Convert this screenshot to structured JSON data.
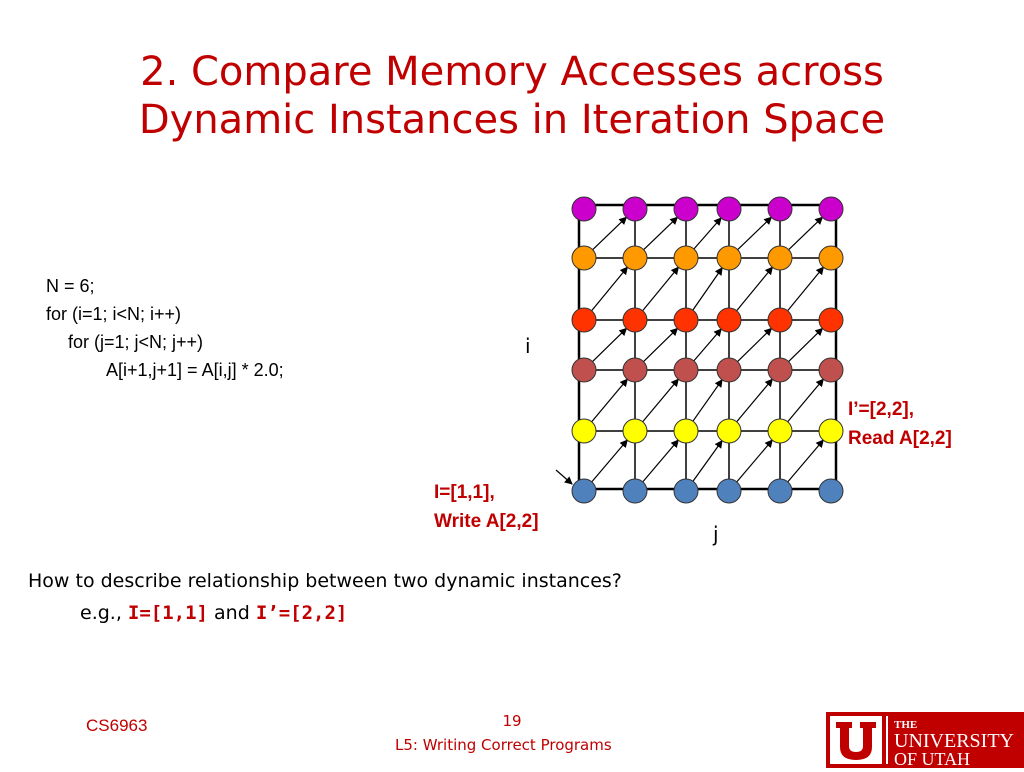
{
  "slide": {
    "title_line1": "2. Compare Memory Accesses across",
    "title_line2": "Dynamic Instances in Iteration Space",
    "code": [
      "N = 6;",
      "for (i=1; i<N; i++)",
      "for (j=1; j<N; j++)",
      "A[i+1,j+1] = A[i,j] * 2.0;"
    ],
    "axis_i": "i",
    "axis_j": "j",
    "annotation_write_line1": "I=[1,1],",
    "annotation_write_line2": "Write A[2,2]",
    "annotation_read_line1": "I’=[2,2],",
    "annotation_read_line2": "Read A[2,2]",
    "question": "How to describe relationship between two dynamic instances?",
    "eg_prefix": "e.g., ",
    "eg_I": "I=[1,1]",
    "eg_and": " and ",
    "eg_Iprime": "I’=[2,2]"
  },
  "footer": {
    "course": "CS6963",
    "page": "19",
    "lecture": "L5: Writing Correct Programs"
  },
  "logo": {
    "line1": "THE",
    "line2": "UNIVERSITY",
    "line3": "OF UTAH",
    "letter": "U",
    "color": "#c00000"
  },
  "diagram": {
    "rows": 6,
    "cols": 6,
    "row_colors_top_to_bottom": [
      "#cc00cc",
      "#ff9900",
      "#ff3300",
      "#c0504d",
      "#ffff00",
      "#4f81bd"
    ],
    "dependence_arrow": "[i,j] -> [i+1,j+1]"
  }
}
